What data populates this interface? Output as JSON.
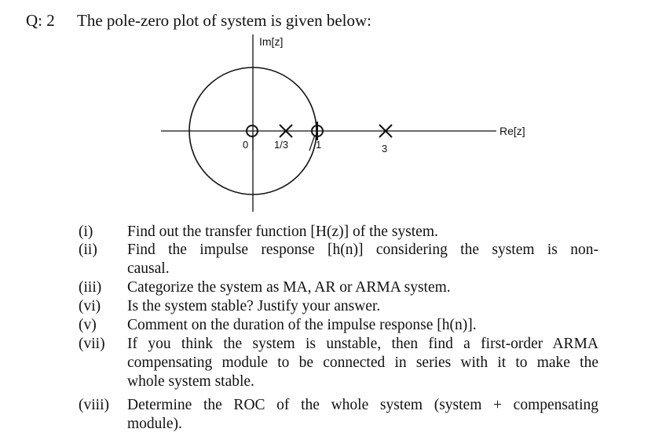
{
  "question": {
    "number": "Q: 2",
    "title": "The pole-zero plot of system is given below:"
  },
  "plot": {
    "im_axis_label": "Im[z]",
    "re_axis_label": "Re[z]",
    "tick_labels": [
      "0",
      "1/3",
      "1",
      "3"
    ],
    "zeros_at": [
      0,
      1
    ],
    "poles_at": [
      0.3333,
      3
    ],
    "unit_circle": true
  },
  "items": [
    {
      "num": "(i)",
      "lines": [
        "Find out the transfer function [H(z)] of the system."
      ]
    },
    {
      "num": "(ii)",
      "lines": [
        "Find the impulse response [h(n)] considering the system is non-",
        "causal."
      ]
    },
    {
      "num": "(iii)",
      "lines": [
        "Categorize the system as MA, AR or ARMA system."
      ]
    },
    {
      "num": "(vi)",
      "lines": [
        "Is the system stable? Justify your answer."
      ]
    },
    {
      "num": "(v)",
      "lines": [
        "Comment on the duration of the impulse response [h(n)]."
      ]
    },
    {
      "num": "(vii)",
      "lines": [
        "If you think the system is unstable, then find a first-order ARMA",
        "compensating module to be connected in series with it to make the",
        "whole system stable."
      ]
    },
    {
      "num": "(viii)",
      "lines": [
        "Determine the ROC of the whole system (system + compensating",
        "module)."
      ]
    }
  ]
}
